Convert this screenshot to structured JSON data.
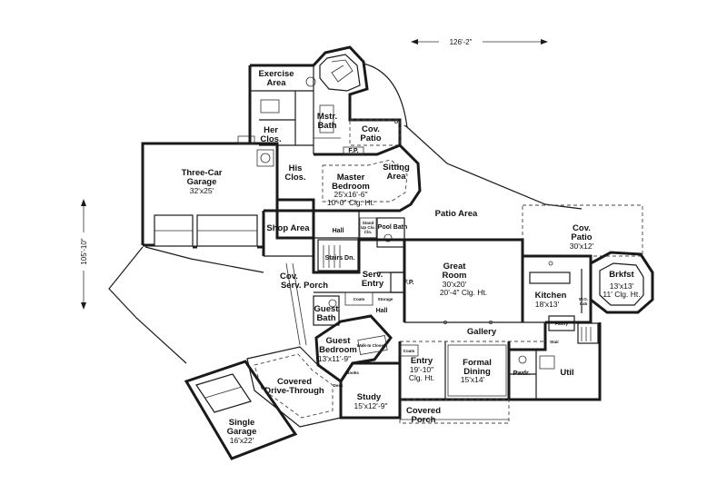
{
  "dimensions": {
    "width": "126'-2\"",
    "depth": "105'-10\""
  },
  "rooms": {
    "exercise": {
      "name": [
        "Exercise",
        "Area"
      ],
      "dims": []
    },
    "mstr_bath": {
      "name": [
        "Mstr.",
        "Bath"
      ],
      "dims": []
    },
    "her_clos": {
      "name": [
        "Her",
        "Clos."
      ],
      "dims": []
    },
    "his_clos": {
      "name": [
        "His",
        "Clos."
      ],
      "dims": []
    },
    "cov_patio_top": {
      "name": [
        "Cov.",
        "Patio"
      ],
      "dims": []
    },
    "fp_master": {
      "name": [
        "F.P."
      ],
      "dims": []
    },
    "sitting": {
      "name": [
        "Sitting",
        "Area"
      ],
      "dims": []
    },
    "master_bedroom": {
      "name": [
        "Master",
        "Bedroom"
      ],
      "dims": [
        "25'x16'-6\"",
        "10'-0\" Clg. Ht."
      ]
    },
    "three_car_garage": {
      "name": [
        "Three-Car",
        "Garage"
      ],
      "dims": [
        "32'x25'"
      ]
    },
    "shop_area": {
      "name": [
        "Shop Area"
      ],
      "dims": []
    },
    "hall_upper": {
      "name": [
        "Hall"
      ],
      "dims": []
    },
    "stair_closets": {
      "name": [
        "Stand",
        "Up Clo.",
        "Clo."
      ],
      "dims": []
    },
    "pool_bath": {
      "name": [
        "Pool Bath"
      ],
      "dims": []
    },
    "stairs_dn": {
      "name": [
        "Stairs Dn."
      ],
      "dims": []
    },
    "patio_area": {
      "name": [
        "Patio Area"
      ],
      "dims": []
    },
    "cov_patio_right": {
      "name": [
        "Cov.",
        "Patio"
      ],
      "dims": [
        "30'x12'"
      ]
    },
    "cov_serv_porch": {
      "name": [
        "Cov.",
        "Serv. Porch"
      ],
      "dims": []
    },
    "serv_entry": {
      "name": [
        "Serv.",
        "Entry"
      ],
      "dims": []
    },
    "fp_great": {
      "name": [
        "F.P."
      ],
      "dims": []
    },
    "great_room": {
      "name": [
        "Great",
        "Room"
      ],
      "dims": [
        "30'x20'",
        "20'-4\" Clg. Ht."
      ]
    },
    "kitchen": {
      "name": [
        "Kitchen"
      ],
      "dims": [
        "18'x13'"
      ]
    },
    "brkfst": {
      "name": [
        "Brkfst"
      ],
      "dims": [
        "13'x13'",
        "11' Clg. Ht."
      ]
    },
    "kitchen_cabinet": {
      "name": [
        "W.O.",
        "Cab"
      ],
      "dims": []
    },
    "pantry": {
      "name": [
        "Pantry"
      ],
      "dims": []
    },
    "stair": {
      "name": [
        "Stair"
      ],
      "dims": []
    },
    "coats_upper": {
      "name": [
        "Coats"
      ],
      "dims": []
    },
    "storage": {
      "name": [
        "Storage"
      ],
      "dims": []
    },
    "hall_lower": {
      "name": [
        "Hall"
      ],
      "dims": []
    },
    "guest_bath": {
      "name": [
        "Guest",
        "Bath"
      ],
      "dims": []
    },
    "guest_bedroom": {
      "name": [
        "Guest",
        "Bedroom"
      ],
      "dims": [
        "13'x11'-9\""
      ]
    },
    "walkin_closet": {
      "name": [
        "Walk-In Closet"
      ],
      "dims": []
    },
    "gallery": {
      "name": [
        "Gallery"
      ],
      "dims": []
    },
    "coats_entry": {
      "name": [
        "Coats"
      ],
      "dims": []
    },
    "entry": {
      "name": [
        "Entry"
      ],
      "dims": [
        "19'-10\"",
        "Clg. Ht."
      ]
    },
    "formal_dining": {
      "name": [
        "Formal",
        "Dining"
      ],
      "dims": [
        "15'x14'"
      ]
    },
    "pwdr": {
      "name": [
        "Pwdr."
      ],
      "dims": []
    },
    "util": {
      "name": [
        "Util"
      ],
      "dims": []
    },
    "books": {
      "name": [
        "Books"
      ],
      "dims": []
    },
    "desk": {
      "name": [
        "Desk"
      ],
      "dims": []
    },
    "study": {
      "name": [
        "Study"
      ],
      "dims": [
        "15'x12'-9\""
      ]
    },
    "covered_porch": {
      "name": [
        "Covered",
        "Porch"
      ],
      "dims": []
    },
    "covered_drive": {
      "name": [
        "Covered",
        "Drive-Through"
      ],
      "dims": []
    },
    "single_garage": {
      "name": [
        "Single",
        "Garage"
      ],
      "dims": [
        "16'x22'"
      ]
    }
  }
}
